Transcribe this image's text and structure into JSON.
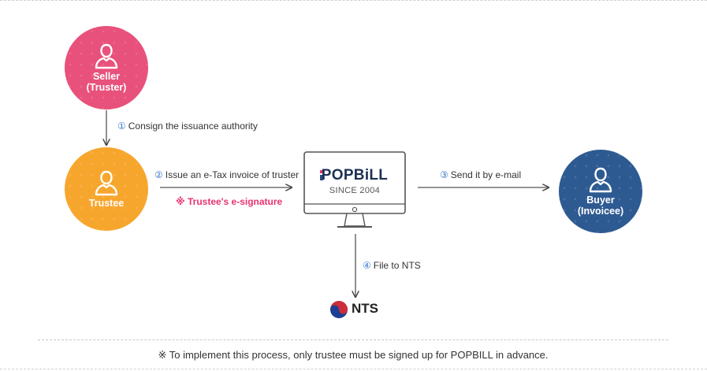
{
  "nodes": {
    "seller": {
      "label": "Seller",
      "sublabel": "(Truster)",
      "color": "#e8517b"
    },
    "trustee": {
      "label": "Trustee",
      "color": "#f7a62d"
    },
    "buyer": {
      "label": "Buyer",
      "sublabel": "(Invoicee)",
      "color": "#2e5a92"
    }
  },
  "popbill": {
    "logo": "POPBiLL",
    "since": "SINCE 2004"
  },
  "nts": {
    "label": "NTS"
  },
  "steps": [
    {
      "num": "①",
      "text": "Consign the issuance authority"
    },
    {
      "num": "②",
      "text": "Issue an e-Tax invoice of truster"
    },
    {
      "num": "③",
      "text": "Send it by e-mail"
    },
    {
      "num": "④",
      "text": "File to NTS"
    }
  ],
  "signature_note": "※ Trustee's e-signature",
  "footer_note": "※ To implement this process, only trustee must be signed up for POPBILL in advance."
}
